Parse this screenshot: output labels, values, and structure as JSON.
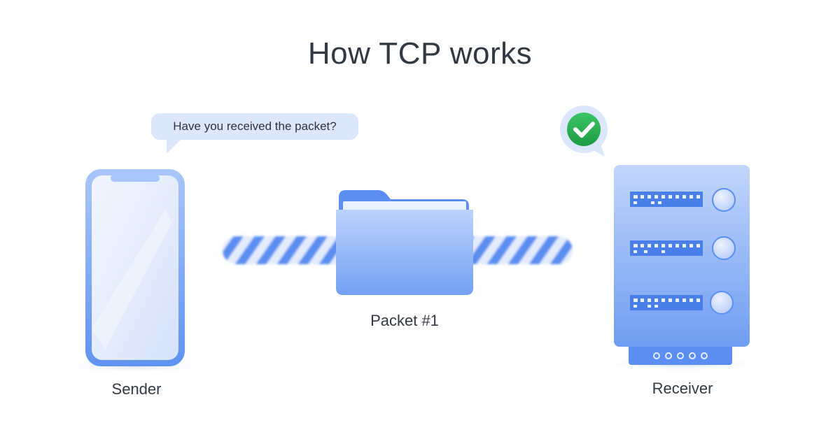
{
  "title": "How TCP works",
  "sender": {
    "label": "Sender",
    "message": "Have you received the packet?"
  },
  "packet": {
    "label": "Packet #1"
  },
  "receiver": {
    "label": "Receiver",
    "status_icon": "check-icon"
  },
  "colors": {
    "accent": "#5b8ef0",
    "check": "#22a34a",
    "text": "#333841"
  }
}
